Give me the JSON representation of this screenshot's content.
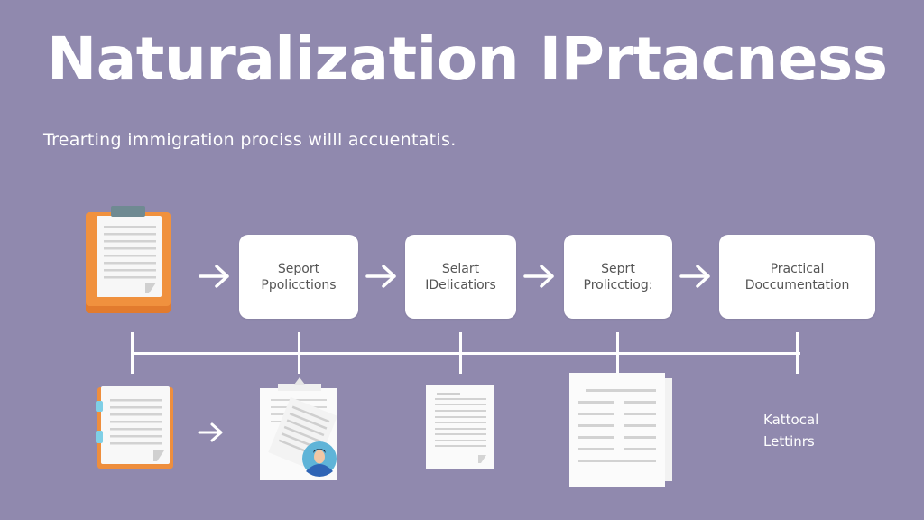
{
  "header": {
    "title": "Naturalization IPrtacness",
    "subtitle": "Trearting immigration prociss willl accuentatis."
  },
  "flow": {
    "steps": [
      {
        "line1": "Seport",
        "line2": "Ppolicctions"
      },
      {
        "line1": "Selart",
        "line2": "IDelicatiors"
      },
      {
        "line1": "Seprt",
        "line2": "Prolicctiog:"
      },
      {
        "line1": "Practical",
        "line2": "Doccumentation"
      }
    ]
  },
  "bottom": {
    "label_line1": "Kattocal",
    "label_line2": "Lettinrs"
  },
  "icons": [
    "clipboard-icon",
    "arrow-right-icon",
    "notebook-icon",
    "clipboard-person-icon",
    "document-icon",
    "two-column-document-icon"
  ],
  "colors": {
    "background": "#9089ae",
    "card": "#ffffff",
    "text_dark": "#555555",
    "clipboard_orange": "#f0913e",
    "clip_gray": "#6f8a92",
    "tab_blue": "#7fcfe6",
    "line_gray": "#d4d4d4"
  }
}
